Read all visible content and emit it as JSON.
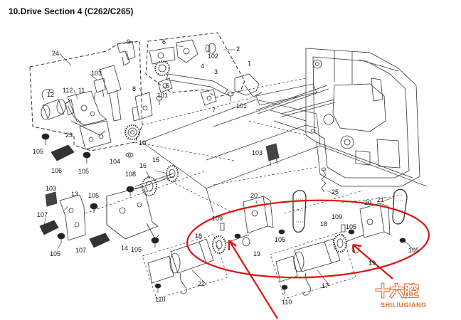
{
  "title": "10.Drive Section 4 (C262/C265)",
  "callouts": [
    "24",
    "9",
    "6",
    "102",
    "2",
    "5",
    "4",
    "3",
    "1",
    "103",
    "112",
    "12",
    "11",
    "8",
    "101",
    "101",
    "7",
    "23",
    "10",
    "105",
    "106",
    "105",
    "104",
    "103",
    "15",
    "108",
    "16",
    "103",
    "13",
    "105",
    "107",
    "105",
    "107",
    "14",
    "105",
    "20",
    "21",
    "20",
    "109",
    "18",
    "19",
    "105",
    "18",
    "109",
    "105",
    "19",
    "22",
    "17",
    "105",
    "110",
    "110",
    "25"
  ],
  "watermark": {
    "text": "SHILIUGIANG",
    "glyphs": "十六腔",
    "color": "#e8682c"
  },
  "highlight_color": "#e01010"
}
